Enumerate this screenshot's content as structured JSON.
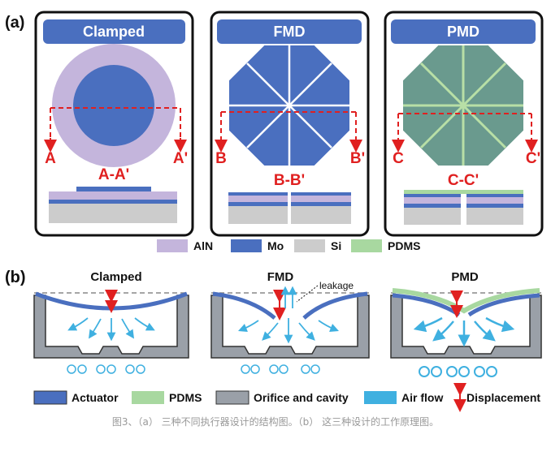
{
  "panel_a": {
    "label": "(a)",
    "designs": [
      {
        "title": "Clamped",
        "left": "A",
        "right": "A'",
        "section": "A-A'"
      },
      {
        "title": "FMD",
        "left": "B",
        "right": "B'",
        "section": "B-B'"
      },
      {
        "title": "PMD",
        "left": "C",
        "right": "C'",
        "section": "C-C'"
      }
    ],
    "legend": [
      {
        "label": "AlN",
        "color": "#c4b5dc"
      },
      {
        "label": "Mo",
        "color": "#4a6fbf"
      },
      {
        "label": "Si",
        "color": "#cccccc"
      },
      {
        "label": "PDMS",
        "color": "#a8d8a0"
      }
    ]
  },
  "panel_b": {
    "label": "(b)",
    "titles": [
      "Clamped",
      "FMD",
      "PMD"
    ],
    "leakage": "leakage",
    "legend": [
      {
        "label": "Actuator",
        "color": "#4a6fbf"
      },
      {
        "label": "PDMS",
        "color": "#a8d8a0"
      },
      {
        "label": "Orifice and cavity",
        "color": "#9aa0a8"
      },
      {
        "label": "Air flow",
        "color": "#3fb0e0"
      },
      {
        "label": "Displacement",
        "color": "#e02020"
      }
    ]
  },
  "caption": "图3、（a） 三种不同执行器设计的结构图。（b） 这三种设计的工作原理图。"
}
